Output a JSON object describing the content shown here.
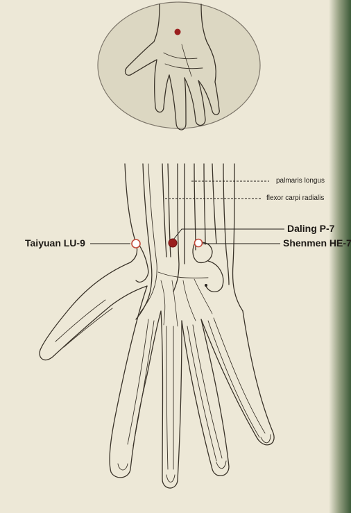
{
  "labels": {
    "palmaris_longus": "palmaris longus",
    "flexor_carpi_radialis": "flexor carpi radialis",
    "daling": "Daling P-7",
    "shenmen": "Shenmen HE-7",
    "taiyuan": "Taiyuan LU-9"
  },
  "colors": {
    "page": "#ede8d7",
    "inset_circle": "#dcd7c2",
    "outline": "#3a3329",
    "point_filled": "#9a1e1e",
    "point_open": "#c24a3a"
  }
}
